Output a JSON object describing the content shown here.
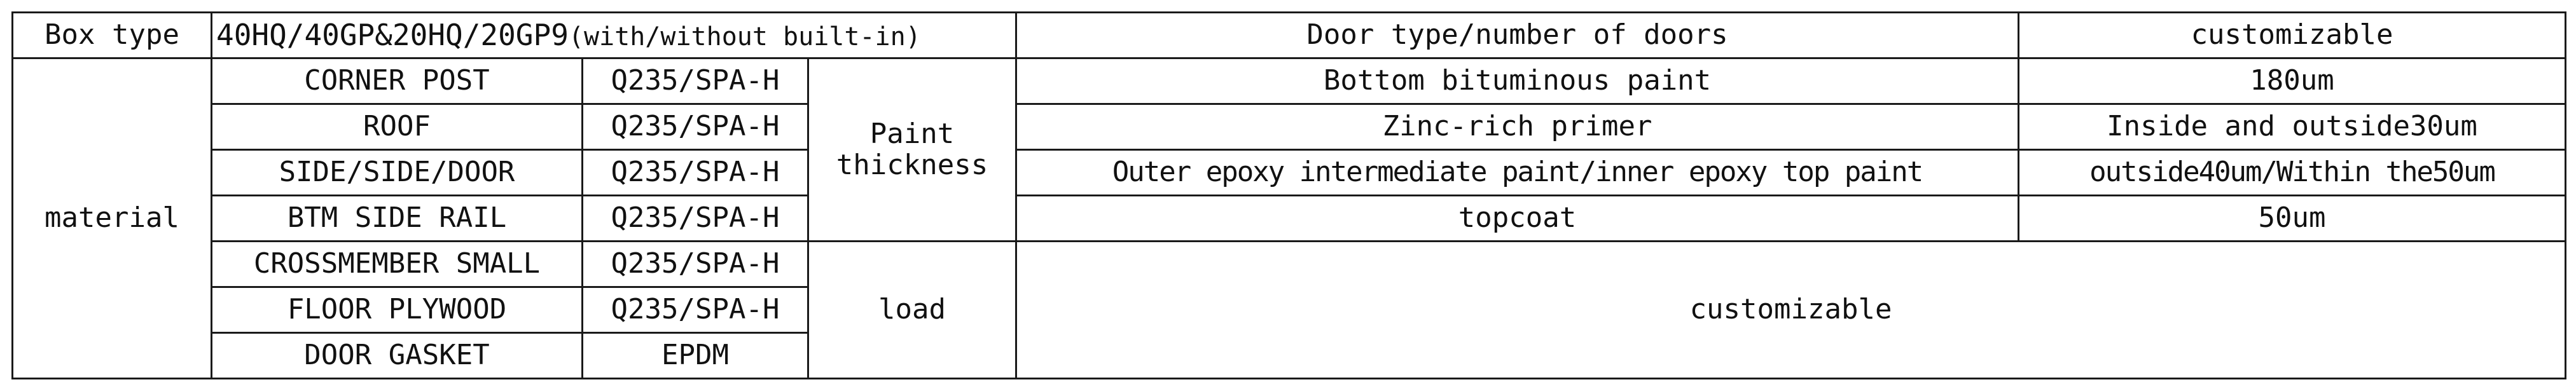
{
  "row1": {
    "box_type_label": "Box type",
    "box_type_value_main": "40HQ/40GP&20HQ/20GP9",
    "box_type_value_suffix": "(with/without built-in)",
    "door_type_label": "Door type/number of doors",
    "door_type_value": "customizable"
  },
  "material_label": "material",
  "parts": [
    {
      "name": "CORNER POST",
      "material": "Q235/SPA-H"
    },
    {
      "name": "ROOF",
      "material": "Q235/SPA-H"
    },
    {
      "name": "SIDE/SIDE/DOOR",
      "material": "Q235/SPA-H"
    },
    {
      "name": "BTM SIDE RAIL",
      "material": "Q235/SPA-H"
    },
    {
      "name": "CROSSMEMBER SMALL",
      "material": "Q235/SPA-H"
    },
    {
      "name": "FLOOR PLYWOOD",
      "material": "Q235/SPA-H"
    },
    {
      "name": "DOOR GASKET",
      "material": "EPDM"
    }
  ],
  "paint_thickness_label_line1": "Paint",
  "paint_thickness_label_line2": "thickness",
  "paint_layers": [
    {
      "name": "Bottom bituminous paint",
      "value": "180um"
    },
    {
      "name": "Zinc-rich primer",
      "value": "Inside and outside30um"
    },
    {
      "name": "Outer epoxy intermediate paint/inner epoxy top paint",
      "value": "outside40um/Within the50um"
    },
    {
      "name": "topcoat",
      "value": "50um"
    }
  ],
  "load_label": "load",
  "load_value": "customizable"
}
